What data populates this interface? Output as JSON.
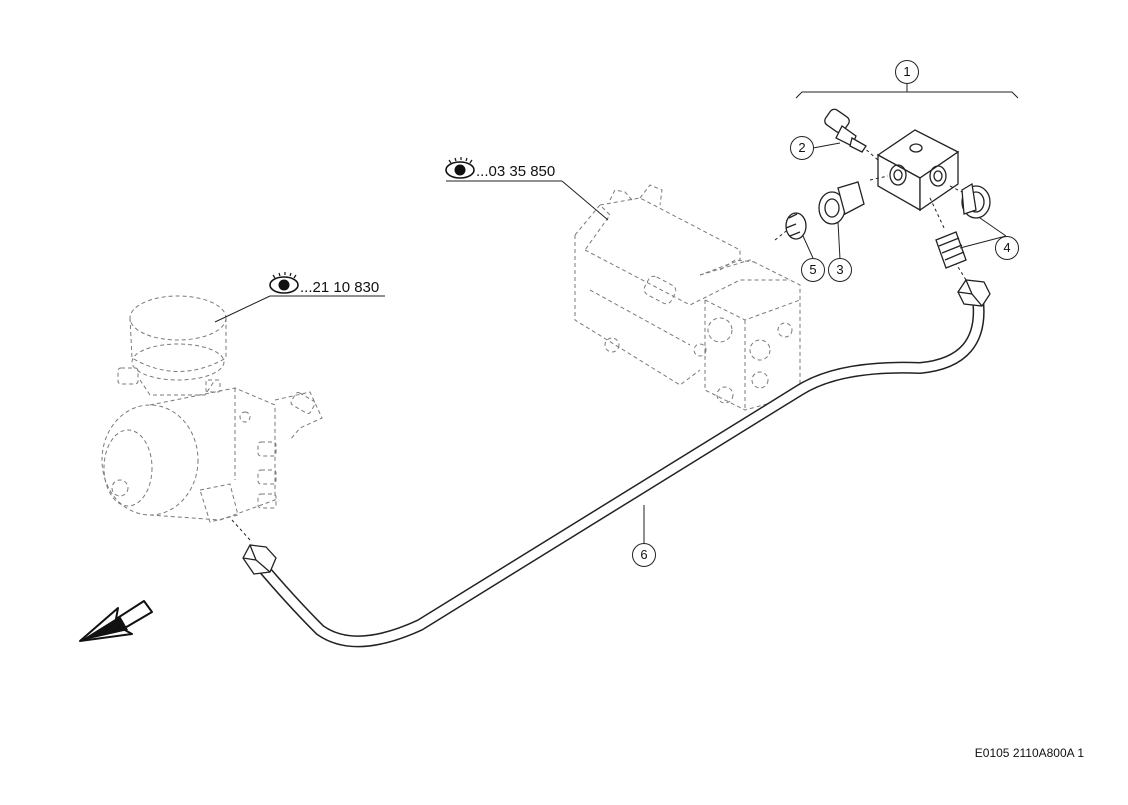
{
  "references": [
    {
      "id": "ref-pump",
      "label": "...03 35 850",
      "icon": "eye-icon"
    },
    {
      "id": "ref-valve",
      "label": "...21 10 830",
      "icon": "eye-icon"
    }
  ],
  "callouts": [
    "1",
    "2",
    "3",
    "4",
    "5",
    "6"
  ],
  "drawing_code": "E0105 2110A800A 1",
  "colors": {
    "line": "#222222",
    "ghost": "#7a7a7a",
    "background": "#ffffff"
  }
}
